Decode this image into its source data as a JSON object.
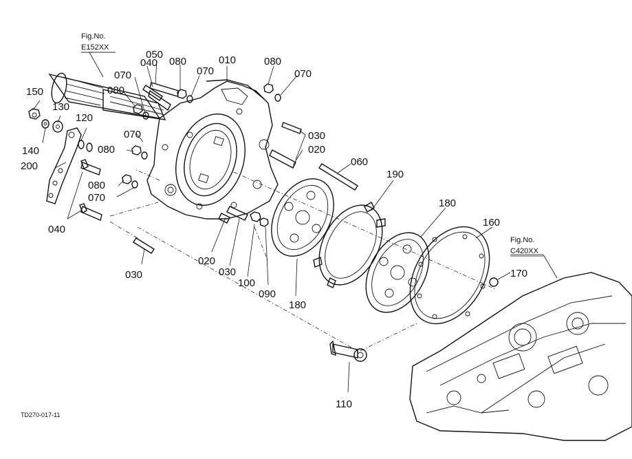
{
  "diagram": {
    "code": "TD270-017-11",
    "references": [
      {
        "title": "Fig.No.",
        "number": "E152XX"
      },
      {
        "title": "Fig.No.",
        "number": "C420XX"
      }
    ],
    "callouts": [
      {
        "id": "c010",
        "text": "010"
      },
      {
        "id": "c020a",
        "text": "020"
      },
      {
        "id": "c020b",
        "text": "020"
      },
      {
        "id": "c030a",
        "text": "030"
      },
      {
        "id": "c030b",
        "text": "030"
      },
      {
        "id": "c030c",
        "text": "030"
      },
      {
        "id": "c040a",
        "text": "040"
      },
      {
        "id": "c040b",
        "text": "040"
      },
      {
        "id": "c050",
        "text": "050"
      },
      {
        "id": "c060",
        "text": "060"
      },
      {
        "id": "c070a",
        "text": "070"
      },
      {
        "id": "c070b",
        "text": "070"
      },
      {
        "id": "c070c",
        "text": "070"
      },
      {
        "id": "c070d",
        "text": "070"
      },
      {
        "id": "c070e",
        "text": "070"
      },
      {
        "id": "c080a",
        "text": "080"
      },
      {
        "id": "c080b",
        "text": "080"
      },
      {
        "id": "c080c",
        "text": "080"
      },
      {
        "id": "c080d",
        "text": "080"
      },
      {
        "id": "c080e",
        "text": "080"
      },
      {
        "id": "c090",
        "text": "090"
      },
      {
        "id": "c100",
        "text": "100"
      },
      {
        "id": "c110",
        "text": "110"
      },
      {
        "id": "c120",
        "text": "120"
      },
      {
        "id": "c130",
        "text": "130"
      },
      {
        "id": "c140",
        "text": "140"
      },
      {
        "id": "c150",
        "text": "150"
      },
      {
        "id": "c160",
        "text": "160"
      },
      {
        "id": "c170",
        "text": "170"
      },
      {
        "id": "c180a",
        "text": "180"
      },
      {
        "id": "c180b",
        "text": "180"
      },
      {
        "id": "c190",
        "text": "190"
      },
      {
        "id": "c200",
        "text": "200"
      }
    ]
  }
}
